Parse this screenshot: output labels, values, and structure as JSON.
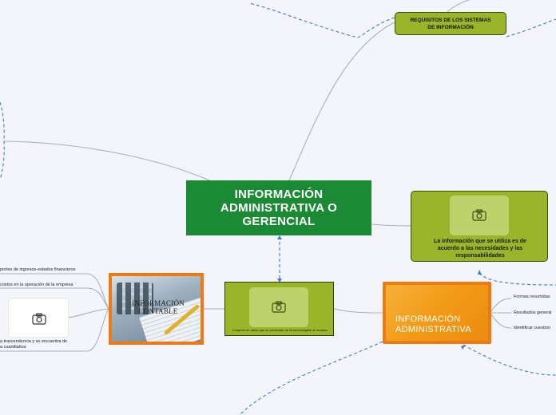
{
  "central": {
    "line1": "INFORMACIÓN",
    "line2": "ADMINISTRATIVA O",
    "line3": "GERENCIAL"
  },
  "requisitos": {
    "line1": "REQUISITOS DE LOS SISTEMAS",
    "line2": "DE INFORMACIÓN"
  },
  "info_necesidades": {
    "line1": "La información que se utiliza es de",
    "line2": "acuerdo a las necesidades y  las",
    "line3": "responsabilidades",
    "icon": "camera-icon"
  },
  "conjunto": {
    "text": "Conjunto de datos que se presentan de forma  inteligible al receptor",
    "icon": "camera-icon"
  },
  "administrativa": {
    "line1": "INFORMACIÓN",
    "line2": "ADMINISTRATIVA"
  },
  "contable": {
    "line1": "INFORMACIÓN",
    "line2": "CONTABLE"
  },
  "admin_leaves": [
    "Formas resumidas",
    "Resultados general",
    "Identificar cuestion"
  ],
  "contable_leaves": {
    "leaf1": "portes de ingresos-estados financieros",
    "leaf2": "costos  en la operación de la empresa",
    "leaf3_line1": "a trascendencia y se encuentra de",
    "leaf3_line2": "a cuantitativa"
  },
  "left_photo": {
    "icon": "camera-icon"
  },
  "colors": {
    "central": "#1b8a34",
    "olive": "#9bb42a",
    "orange": "#ee7b11",
    "connector": "#aab0b8",
    "dashed": "#3a7fc8",
    "background": "#f3f5fb"
  }
}
